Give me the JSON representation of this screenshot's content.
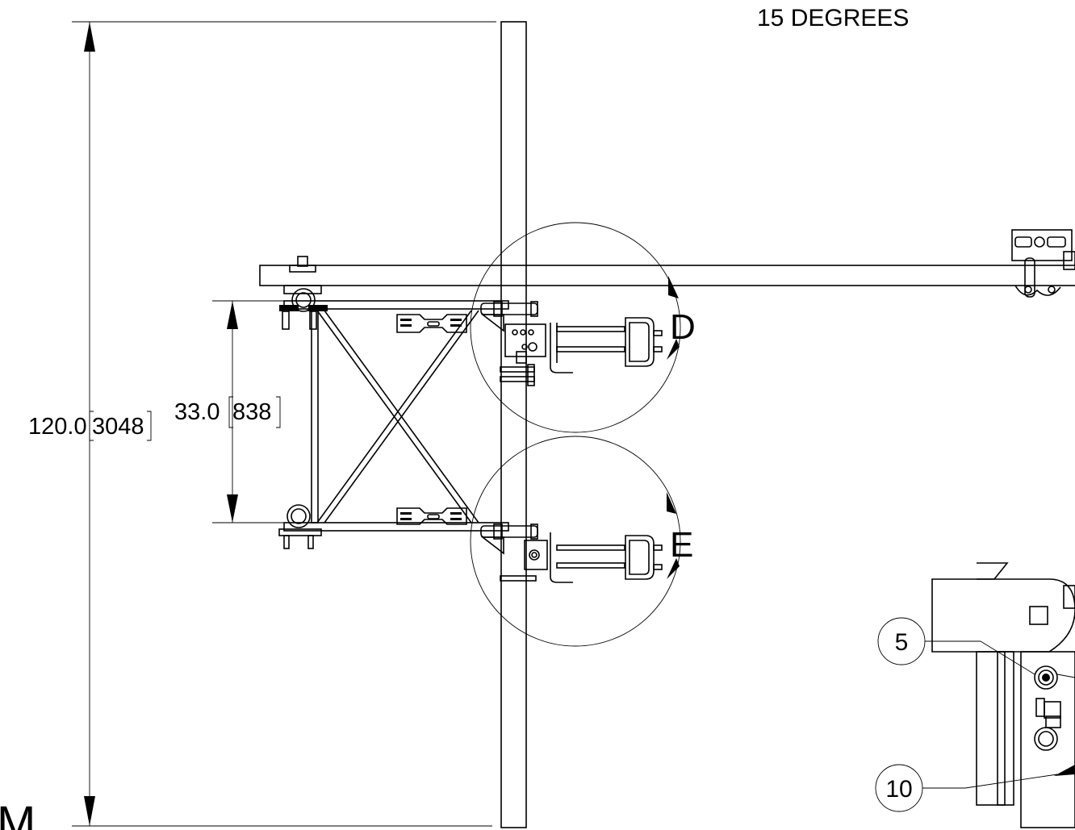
{
  "header": {
    "angle_note": "15 DEGREES"
  },
  "dimensions": {
    "overall": {
      "value": "120.0",
      "metric": "3048"
    },
    "frame": {
      "value": "33.0",
      "metric": "838"
    }
  },
  "details": {
    "upper": "D",
    "lower": "E"
  },
  "balloons": [
    {
      "label": "5"
    },
    {
      "label": "10"
    }
  ],
  "view_letter_fragment": "M"
}
